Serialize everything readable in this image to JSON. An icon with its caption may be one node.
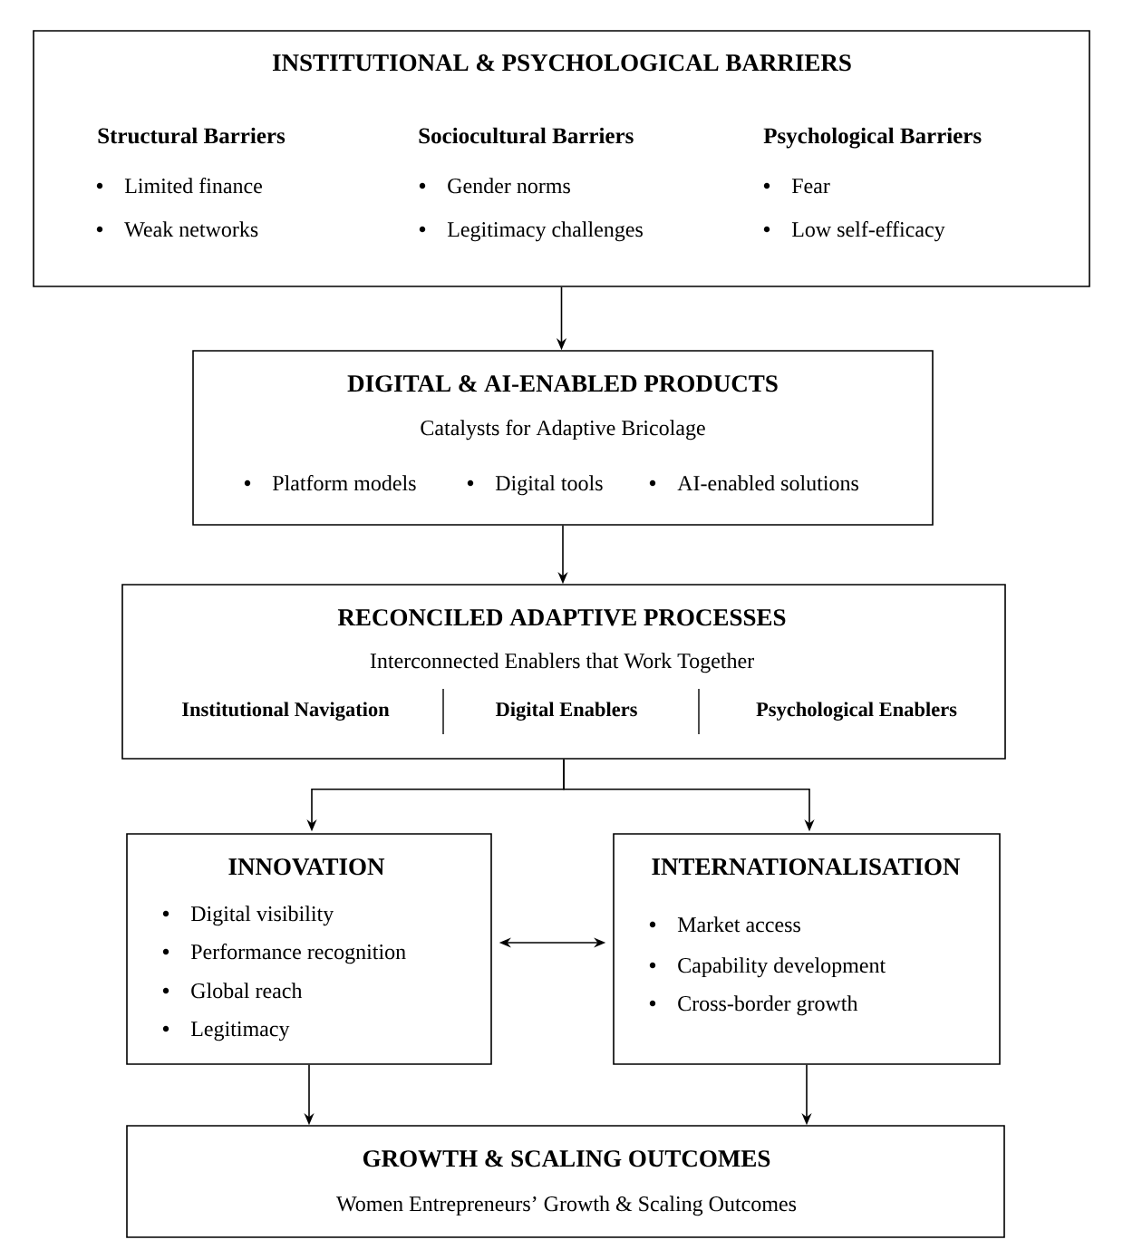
{
  "diagram": {
    "nodes": [
      {
        "text": [
          "INSTITUTIONAL & PSYCHOLOGICAL BARRIERS",
          "Structural Barriers",
          "Limited finance",
          "Weak networks",
          "Sociocultural Barriers",
          "Gender norms",
          "Legitimacy challenges",
          "Psychological Barriers",
          "Fear",
          "Low self-efficacy"
        ]
      },
      {
        "text": [
          "DIGITAL & AI-ENABLED PRODUCTS",
          "Catalysts for Adaptive Bricolage",
          "Platform models",
          "Digital tools",
          "AI-enabled solutions"
        ]
      },
      {
        "text": [
          "RECONCILED ADAPTIVE PROCESSES",
          "Interconnected Enablers that Work Together",
          "Institutional Navigation",
          "Digital Enablers",
          "Psychological Enablers"
        ]
      },
      {
        "text": [
          "INNOVATION",
          "Digital visibility",
          "Performance recognition",
          "Global reach",
          "Legitimacy"
        ]
      },
      {
        "text": [
          "INTERNATIONALISATION",
          "Market access",
          "Capability development",
          "Cross-border growth"
        ]
      },
      {
        "text": [
          "GROWTH & SCALING OUTCOMES",
          "Women Entrepreneurs’ Growth & Scaling Outcomes"
        ]
      }
    ],
    "edges": [
      {
        "from": 0,
        "to": 1,
        "arrow": "to"
      },
      {
        "from": 1,
        "to": 2,
        "arrow": "to"
      },
      {
        "from": 2,
        "to": 3,
        "arrow": "to"
      },
      {
        "from": 2,
        "to": 4,
        "arrow": "to"
      },
      {
        "from": 3,
        "to": 4,
        "arrow": "both"
      },
      {
        "from": 3,
        "to": 5,
        "arrow": "to"
      },
      {
        "from": 4,
        "to": 5,
        "arrow": "to"
      }
    ]
  }
}
